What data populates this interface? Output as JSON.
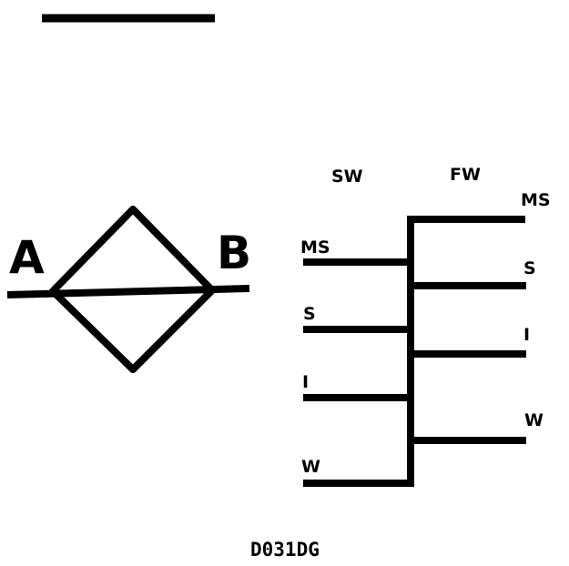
{
  "left_symbol": {
    "port_a": "A",
    "port_b": "B"
  },
  "right_chart": {
    "column_left": "SW",
    "column_right": "FW",
    "left_levels": [
      "MS",
      "S",
      "I",
      "W"
    ],
    "right_levels": [
      "MS",
      "S",
      "I",
      "W"
    ]
  },
  "caption": "D031DG",
  "colors": {
    "ink": "#000000",
    "background": "#ffffff"
  }
}
